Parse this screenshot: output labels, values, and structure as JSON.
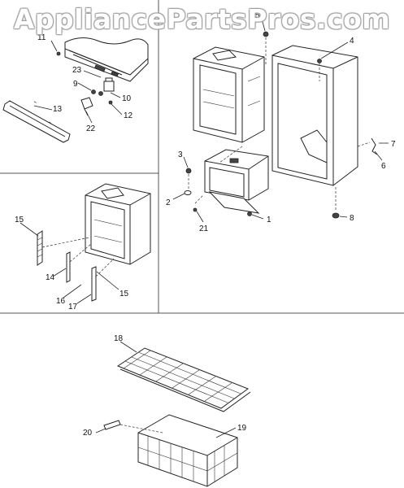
{
  "watermark": "AppliancePartsPros.com",
  "callouts": {
    "c1": "1",
    "c2": "2",
    "c3": "3",
    "c4": "4",
    "c5": "5",
    "c6": "6",
    "c7": "7",
    "c8": "8",
    "c9": "9",
    "c10": "10",
    "c11": "11",
    "c12": "12",
    "c13": "13",
    "c14": "14",
    "c15a": "15",
    "c15b": "15",
    "c16": "16",
    "c17": "17",
    "c18": "18",
    "c19": "19",
    "c20": "20",
    "c21": "21",
    "c22": "22",
    "c23": "23"
  }
}
